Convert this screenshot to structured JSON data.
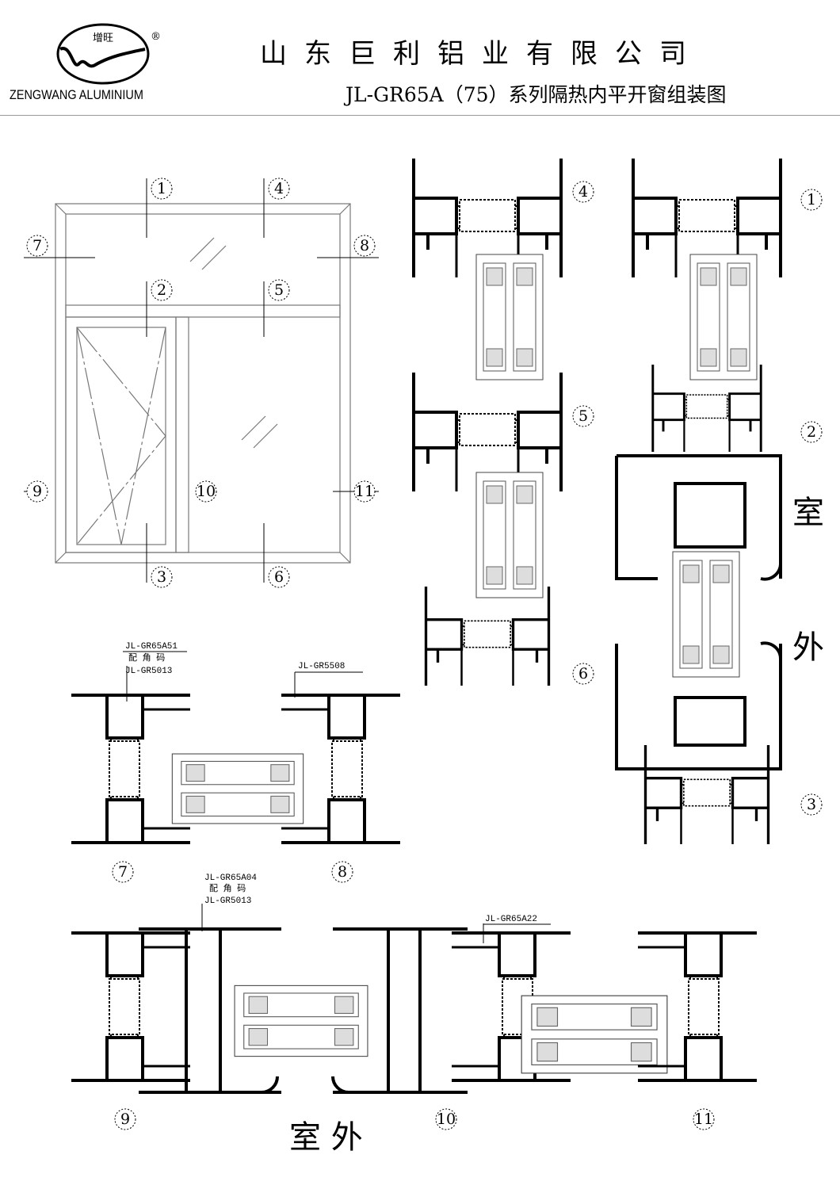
{
  "header": {
    "company": "山东巨利铝业有限公司",
    "title": "JL-GR65A（75）系列隔热内平开窗组装图",
    "logo_text": "增旺",
    "logo_mark": "®",
    "brand": "ZENGWANG ALUMINIUM"
  },
  "markers": [
    "1",
    "2",
    "3",
    "4",
    "5",
    "6",
    "7",
    "8",
    "9",
    "10",
    "11"
  ],
  "annotations": {
    "a51": "JL-GR65A51",
    "corner1": "配 角 码",
    "gr5013a": "JL-GR5013",
    "gr5508": "JL-GR5508",
    "a04": "JL-GR65A04",
    "corner2": "配 角 码",
    "gr5013b": "JL-GR5013",
    "a22": "JL-GR65A22"
  },
  "labels": {
    "indoor_outdoor_top": "室",
    "indoor_outdoor_bottom": "外",
    "outdoor_bottom": "室   外"
  }
}
